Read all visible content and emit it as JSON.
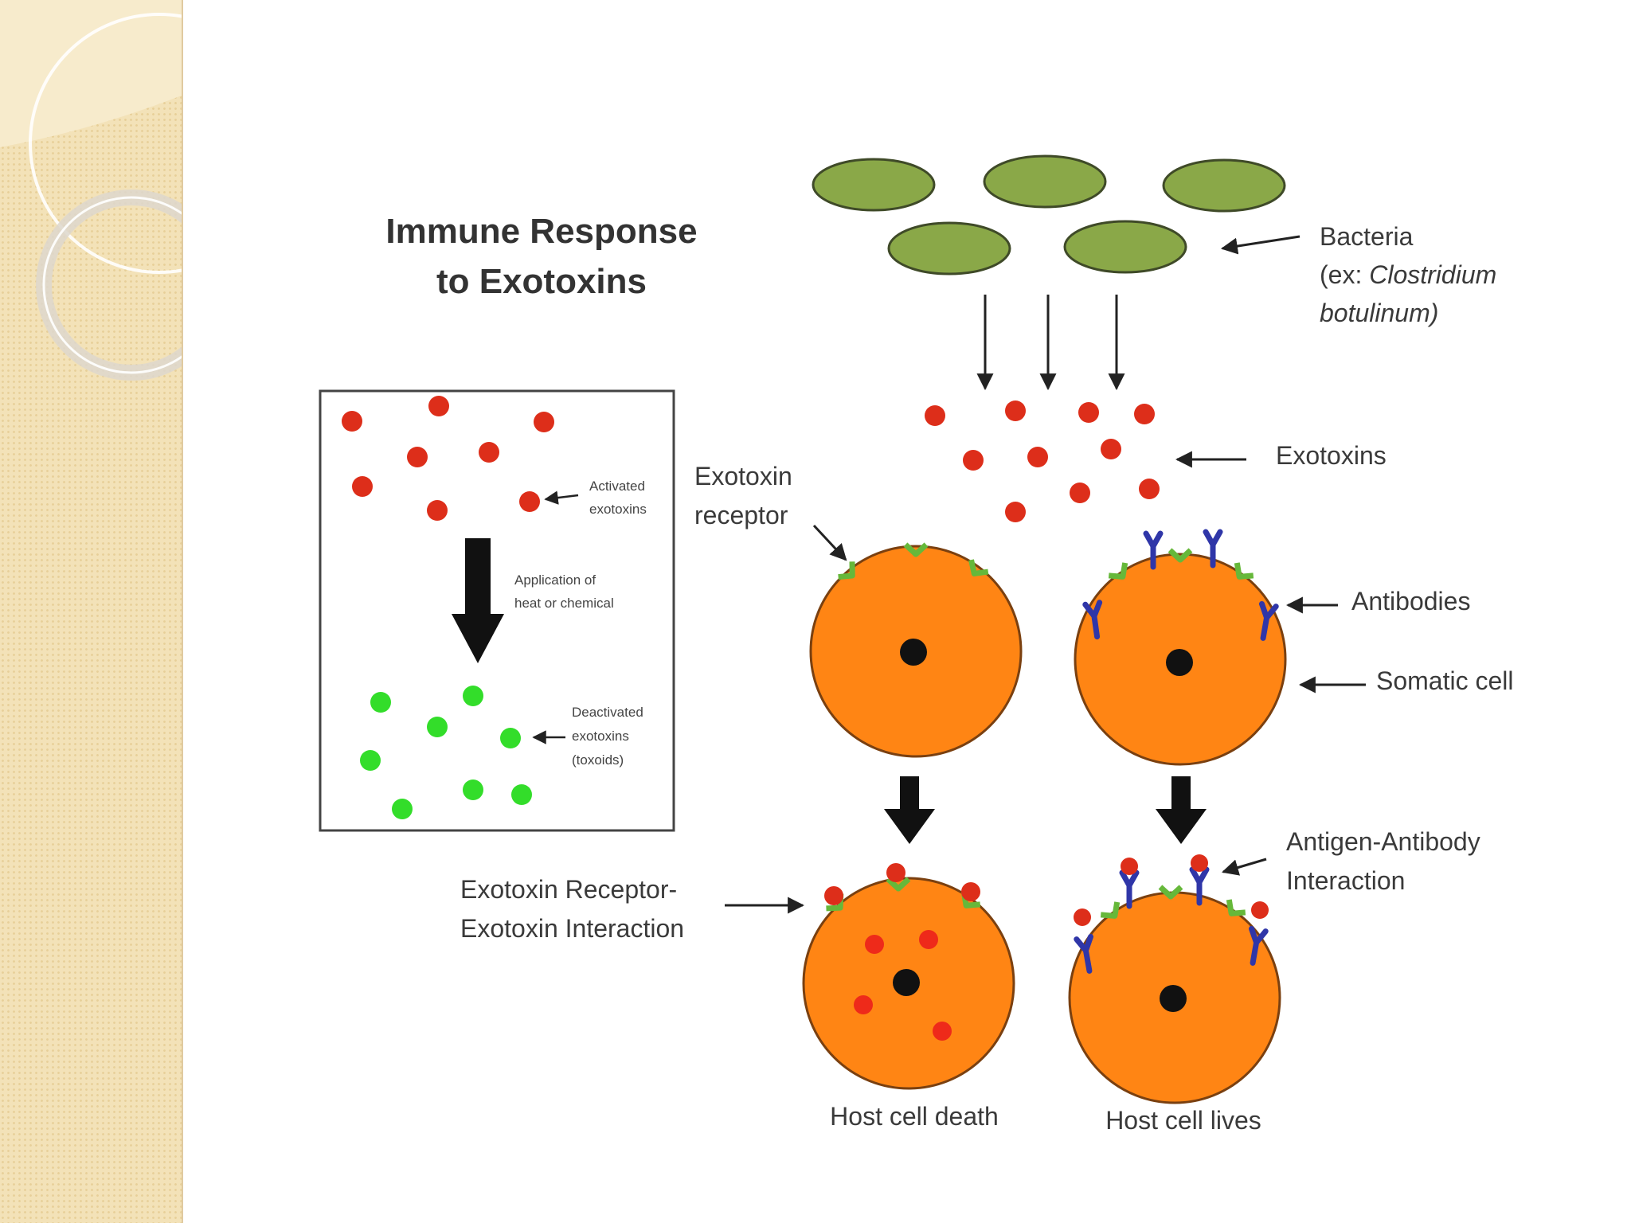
{
  "title": {
    "line1": "Immune Response",
    "line2": "to Exotoxins"
  },
  "inset": {
    "activated_label": [
      "Activated",
      "exotoxins"
    ],
    "process_label": [
      "Application of",
      "heat or chemical"
    ],
    "deactivated_label": [
      "Deactivated",
      "exotoxins",
      "(toxoids)"
    ]
  },
  "labels": {
    "bacteria": {
      "line1": "Bacteria",
      "line2_prefix": "(ex: ",
      "line2_italic": "Clostridium",
      "line3_italic": "botulinum)"
    },
    "exotoxins": "Exotoxins",
    "exotoxin_receptor": [
      "Exotoxin",
      "receptor"
    ],
    "antibodies": "Antibodies",
    "somatic_cell": "Somatic cell",
    "receptor_interaction": [
      "Exotoxin Receptor-",
      "Exotoxin Interaction"
    ],
    "antigen_antibody": [
      "Antigen-Antibody",
      "Interaction"
    ],
    "host_cell_death": "Host cell death",
    "host_cell_lives": "Host cell lives"
  },
  "colors": {
    "bacteria_fill": "#8aa848",
    "bacteria_stroke": "#3f4a28",
    "exotoxin": "#dd2e1a",
    "toxoid": "#33dd2a",
    "cell_fill": "#ff8514",
    "cell_stroke": "#7a4010",
    "nucleus": "#111111",
    "receptor": "#66b83a",
    "antibody": "#2f36a8",
    "arrow": "#111111"
  }
}
